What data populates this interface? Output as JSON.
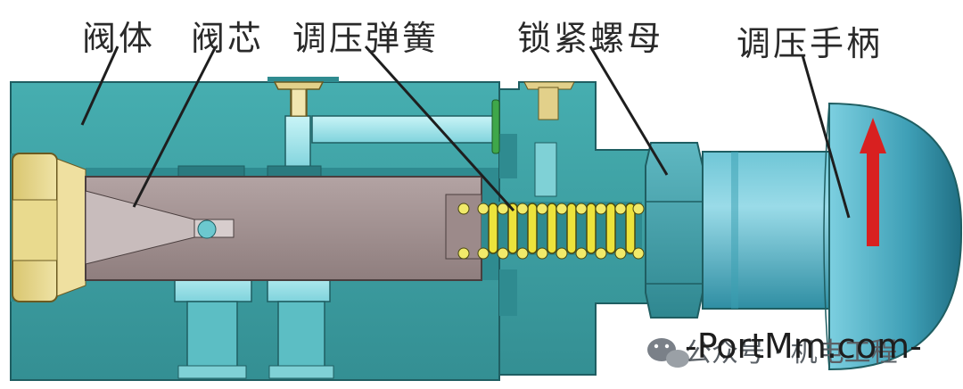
{
  "labels": {
    "valve_body": "阀体",
    "valve_core": "阀芯",
    "pressure_spring": "调压弹簧",
    "lock_nut": "锁紧螺母",
    "pressure_handle": "调压手柄"
  },
  "watermark": {
    "text": "公众号 · 机电工程",
    "overlay": "-PortMm.com-"
  },
  "colors": {
    "body": "#3fa3a6",
    "body_dark": "#2c7f84",
    "passage": "#9fe6ec",
    "core": "#a29090",
    "spring": "#e8e23a",
    "fitting": "#e2d58a",
    "handle": "#4fb1c4",
    "arrow": "#d82020"
  }
}
